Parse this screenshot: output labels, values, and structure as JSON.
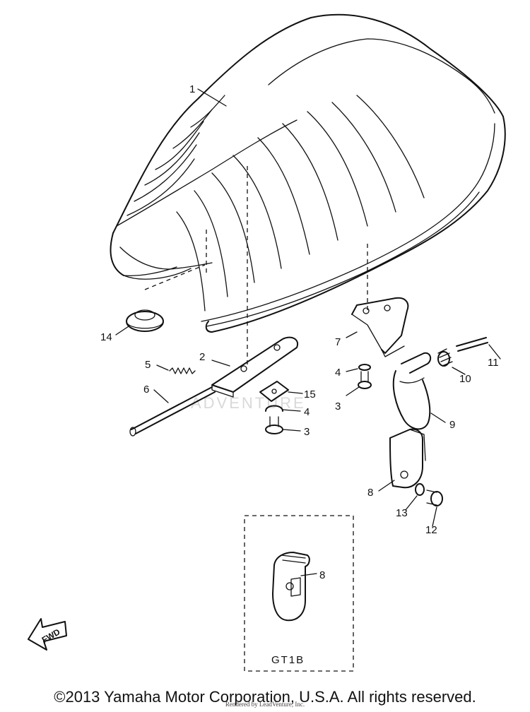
{
  "diagram": {
    "callouts": [
      {
        "id": "c1",
        "label": "1"
      },
      {
        "id": "c2",
        "label": "2"
      },
      {
        "id": "c3a",
        "label": "3"
      },
      {
        "id": "c3b",
        "label": "3"
      },
      {
        "id": "c4a",
        "label": "4"
      },
      {
        "id": "c4b",
        "label": "4"
      },
      {
        "id": "c5",
        "label": "5"
      },
      {
        "id": "c6",
        "label": "6"
      },
      {
        "id": "c7",
        "label": "7"
      },
      {
        "id": "c8a",
        "label": "8"
      },
      {
        "id": "c8b",
        "label": "8"
      },
      {
        "id": "c9",
        "label": "9"
      },
      {
        "id": "c10",
        "label": "10"
      },
      {
        "id": "c11",
        "label": "11"
      },
      {
        "id": "c12",
        "label": "12"
      },
      {
        "id": "c13",
        "label": "13"
      },
      {
        "id": "c14",
        "label": "14"
      },
      {
        "id": "c15",
        "label": "15"
      }
    ],
    "fwd_label": "FWD",
    "variant_label": "GT1B",
    "watermark": "ADVENTURE"
  },
  "footer": {
    "copyright": "©2013 Yamaha Motor Corporation, U.S.A. All rights reserved.",
    "credit": "Rendered by LeadVenture, Inc."
  }
}
